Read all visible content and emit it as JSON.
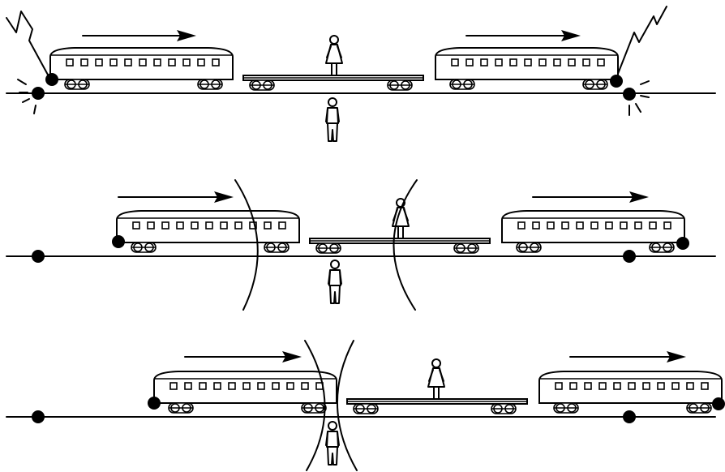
{
  "figure": {
    "panels": [
      {
        "id": "panel-1",
        "description_hidden": true,
        "lightning": true,
        "flash": true,
        "wavefronts": false,
        "shift": 0
      },
      {
        "id": "panel-2",
        "lightning": false,
        "flash": false,
        "wavefronts": true,
        "shift": 82
      },
      {
        "id": "panel-3",
        "lightning": false,
        "flash": false,
        "wavefronts": true,
        "shift": 128
      }
    ]
  },
  "colors": {
    "ink": "#000000",
    "background": "#ffffff"
  },
  "icons": [
    "lightning-bolt-icon",
    "direction-arrow-icon",
    "woman-figure-icon",
    "man-figure-icon",
    "light-source-dot-icon"
  ]
}
